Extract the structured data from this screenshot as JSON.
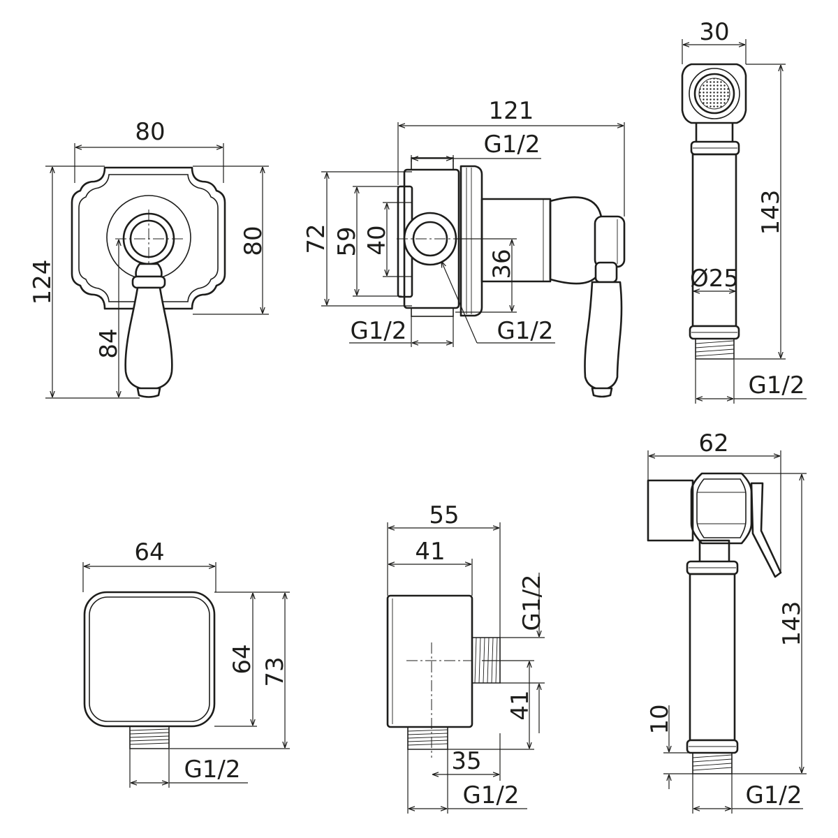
{
  "views": {
    "mixer_front": {
      "width": "80",
      "height": "124",
      "plate_height": "80",
      "lever_offset": "84"
    },
    "mixer_side": {
      "depth": "121",
      "thread_top": "G1/2",
      "height_outer": "72",
      "height_mid": "59",
      "height_inner": "40",
      "body_width": "36",
      "thread_bottom": "G1/2",
      "thread_side": "G1/2"
    },
    "hand_shower_front": {
      "head_width": "30",
      "length": "143",
      "diameter": "Ø25",
      "thread": "G1/2"
    },
    "outlet_front": {
      "width": "64",
      "height_plate": "64",
      "height_total": "73",
      "thread": "G1/2"
    },
    "outlet_side": {
      "depth": "55",
      "depth_body": "41",
      "thread_back": "G1/2",
      "outlet_height": "41",
      "outlet_offset": "35",
      "thread_bottom": "G1/2"
    },
    "hand_shower_side": {
      "width": "62",
      "length": "143",
      "thread_length": "10",
      "thread": "G1/2"
    }
  }
}
